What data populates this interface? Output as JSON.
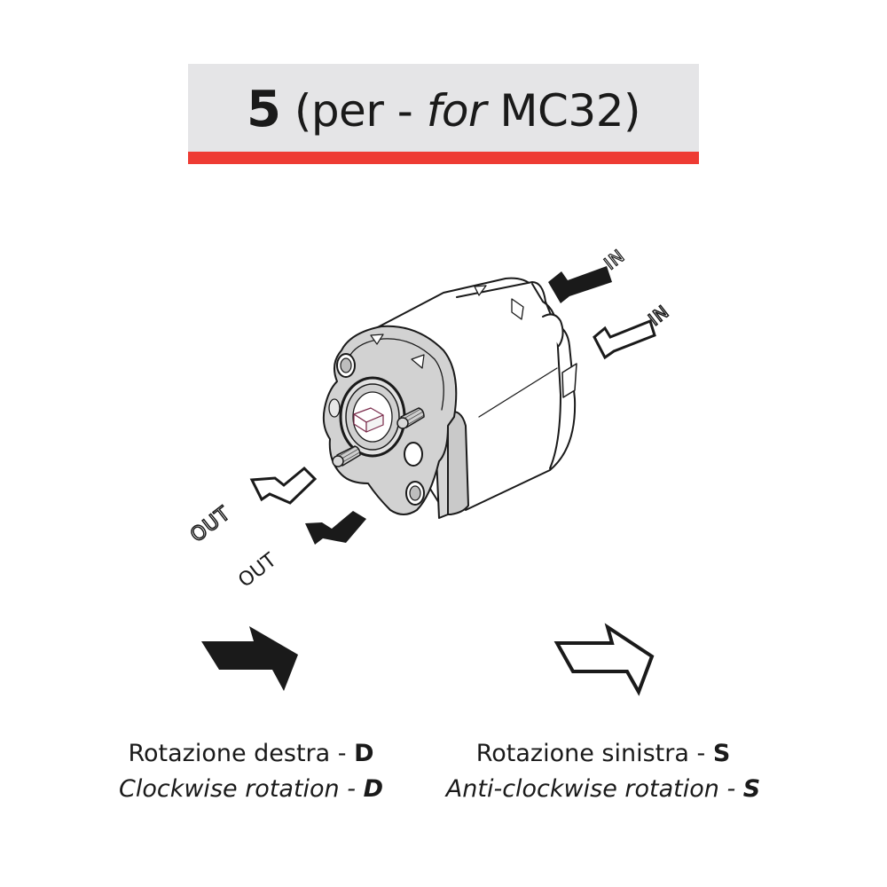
{
  "header": {
    "number": "5",
    "open": " (per - ",
    "for_word": "for",
    "model": " MC32)",
    "background_color": "#e5e5e7",
    "accent_color": "#ee3b33"
  },
  "diagram": {
    "subject": "gear pump, isometric view",
    "port_labels": {
      "in_filled": "IN",
      "in_outline": "IN",
      "out_outline": "OUT",
      "out_filled": "OUT"
    },
    "icons": [
      "filled-arrow-in",
      "outline-arrow-in",
      "outline-arrow-out",
      "filled-arrow-out",
      "filled-rotation-arrow",
      "outline-rotation-arrow"
    ]
  },
  "legend": {
    "clockwise": {
      "it_label": "Rotazione destra - ",
      "en_label": "Clockwise rotation - ",
      "code": "D"
    },
    "anticlockwise": {
      "it_label": "Rotazione sinistra - ",
      "en_label": "Anti-clockwise rotation - ",
      "code": "S"
    }
  }
}
